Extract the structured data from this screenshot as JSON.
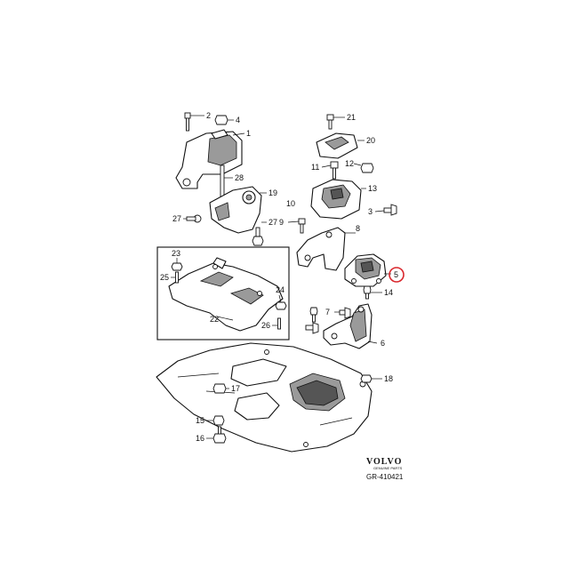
{
  "callouts": {
    "c1": "1",
    "c2": "2",
    "c3": "3",
    "c4": "4",
    "c5": "5",
    "c6": "6",
    "c7": "7",
    "c8": "8",
    "c9": "9",
    "c10": "10",
    "c11": "11",
    "c12": "12",
    "c13": "13",
    "c14": "14",
    "c15": "15",
    "c16": "16",
    "c17": "17",
    "c18": "18",
    "c19": "19",
    "c20": "20",
    "c21": "21",
    "c22": "22",
    "c23": "23",
    "c24": "24",
    "c25": "25",
    "c26": "26",
    "c27a": "27",
    "c27b": "27",
    "c28": "28"
  },
  "brand": {
    "logo": "VOLVO",
    "sub": "GENUINE PARTS"
  },
  "reference_code": "GR-410421",
  "colors": {
    "highlight": "#d9262c",
    "line": "#111111"
  }
}
